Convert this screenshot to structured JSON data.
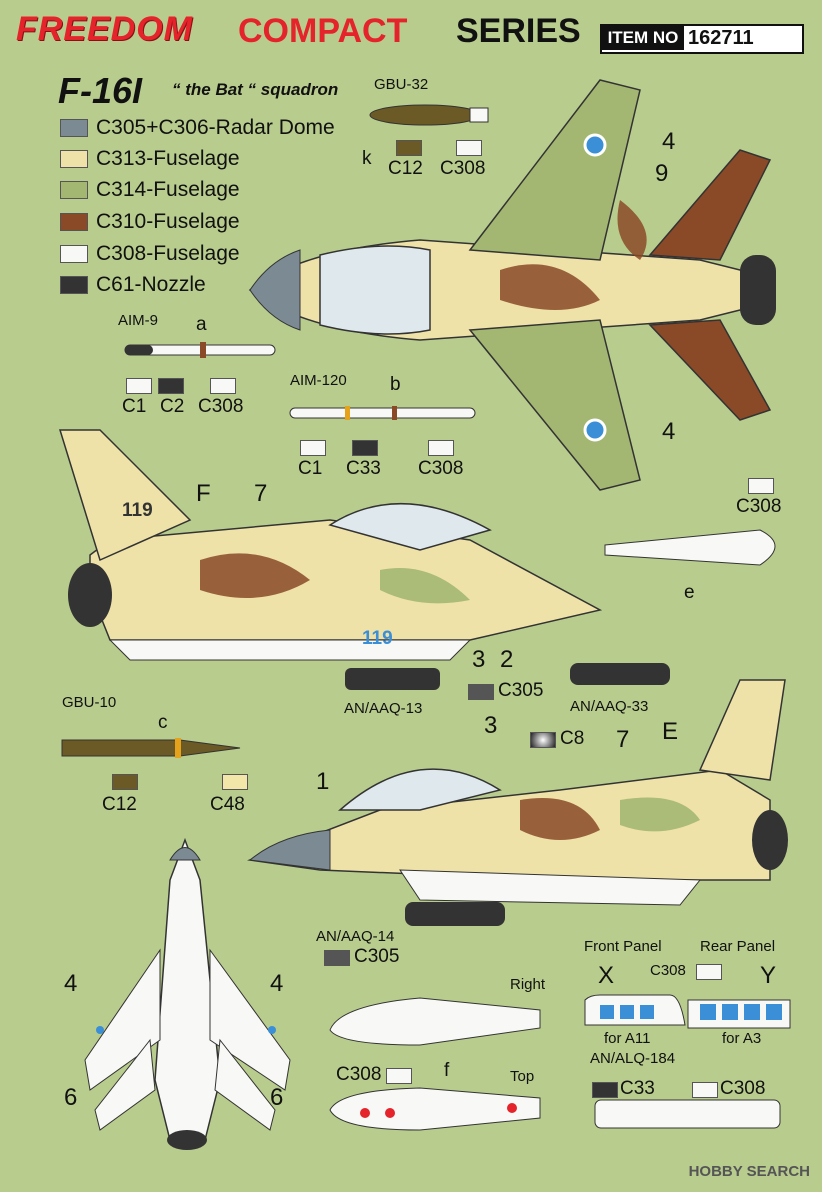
{
  "header": {
    "brand": "FREEDOM",
    "compact": "COMPACT",
    "series": "SERIES",
    "item_label": "ITEM NO",
    "item_number": "162711"
  },
  "model": {
    "name": "F-16I",
    "subtitle": "“ the Bat “ squadron"
  },
  "legend": [
    {
      "text": "C305+C306-Radar Dome",
      "color": "#7c8a93"
    },
    {
      "text": "C313-Fuselage",
      "color": "#efe2a8"
    },
    {
      "text": "C314-Fuselage",
      "color": "#a3b772"
    },
    {
      "text": "C310-Fuselage",
      "color": "#8a4a28"
    },
    {
      "text": "C308-Fuselage",
      "color": "#f8f8f6"
    },
    {
      "text": "C61-Nozzle",
      "color": "#333333"
    }
  ],
  "weapons": {
    "gbu32": {
      "name": "GBU-32",
      "letter": "k",
      "codes": [
        "C12",
        "C308"
      ]
    },
    "aim9": {
      "name": "AIM-9",
      "letter": "a",
      "codes": [
        "C1",
        "C2",
        "C308"
      ]
    },
    "aim120": {
      "name": "AIM-120",
      "letter": "b",
      "codes": [
        "C1",
        "C33",
        "C308"
      ]
    },
    "gbu10": {
      "name": "GBU-10",
      "letter": "c",
      "codes": [
        "C12",
        "C48"
      ]
    },
    "tank_e": {
      "letter": "e",
      "code": "C308"
    },
    "tank_f": {
      "letter": "f",
      "code": "C308",
      "right": "Right",
      "top": "Top"
    },
    "aaq13": "AN/AAQ-13",
    "aaq33": "AN/AAQ-33",
    "aaq14": "AN/AAQ-14",
    "alq184": "AN/ALQ-184"
  },
  "callouts": {
    "n4a": "4",
    "n9": "9",
    "n4b": "4",
    "F": "F",
    "n7a": "7",
    "n3a": "3",
    "n2": "2",
    "E": "E",
    "n3b": "3",
    "n7b": "7",
    "n1": "1",
    "n4c": "4",
    "n4d": "4",
    "n6a": "6",
    "n6b": "6",
    "tail": "119",
    "belly": "119"
  },
  "codes": {
    "c305a": "C305",
    "c305b": "C305",
    "c8": "C8",
    "c308_panel": "C308",
    "c33": "C33",
    "c308_pod": "C308"
  },
  "panels": {
    "front": "Front Panel",
    "rear": "Rear Panel",
    "x": "X",
    "y": "Y",
    "for_a11": "for A11",
    "for_a3": "for A3"
  },
  "watermark": "HOBBY SEARCH",
  "colors": {
    "sand": "#efe2a8",
    "green": "#a3b772",
    "brown": "#8a4a28",
    "white": "#f8f8f6",
    "grey": "#7c8a93",
    "dark": "#333333",
    "olive": "#6b5a26",
    "red": "#e4232b",
    "blue": "#3b8fd6",
    "bg": "#b8cc8e"
  }
}
